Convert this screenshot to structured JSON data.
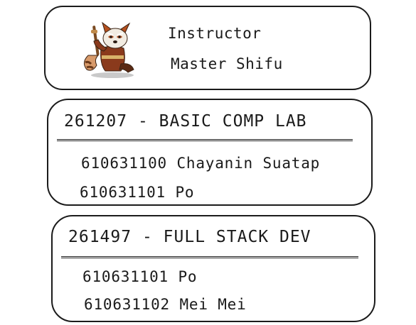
{
  "instructor": {
    "role_label": "Instructor",
    "name": "Master Shifu",
    "avatar_icon": "red-panda-kungfu-master-avatar"
  },
  "courses": [
    {
      "code": "261207",
      "separator": "-",
      "name": "BASIC COMP LAB",
      "students": [
        {
          "id": "610631100",
          "name": "Chayanin Suatap"
        },
        {
          "id": "610631101",
          "name": "Po"
        }
      ]
    },
    {
      "code": "261497",
      "separator": "-",
      "name": "FULL STACK DEV",
      "students": [
        {
          "id": "610631101",
          "name": "Po"
        },
        {
          "id": "610631102",
          "name": "Mei Mei"
        }
      ]
    }
  ],
  "colors": {
    "border": "#1b1b1b",
    "text": "#1a1a1a",
    "panda_fur": "#b5501f",
    "panda_robe": "#8a3a1c"
  }
}
